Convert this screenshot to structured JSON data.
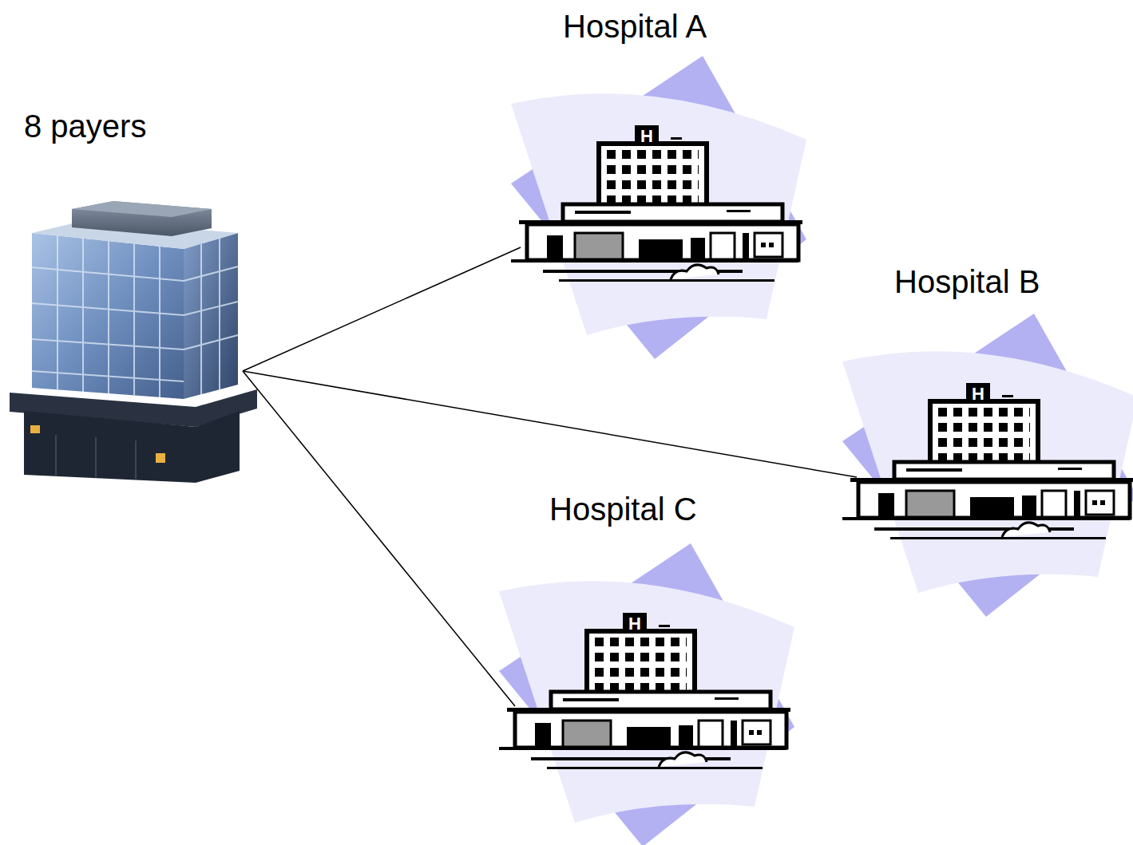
{
  "diagram": {
    "nodes": [
      {
        "text": [
          "8 payers"
        ]
      },
      {
        "text": [
          "Hospital A"
        ]
      },
      {
        "text": [
          "Hospital B"
        ]
      },
      {
        "text": [
          "Hospital C"
        ]
      }
    ],
    "edges": [
      {
        "from": 0,
        "to": 1,
        "arrow": "none"
      },
      {
        "from": 0,
        "to": 2,
        "arrow": "none"
      },
      {
        "from": 0,
        "to": 3,
        "arrow": "none"
      }
    ],
    "labels": [
      "H",
      "H",
      "H"
    ]
  }
}
